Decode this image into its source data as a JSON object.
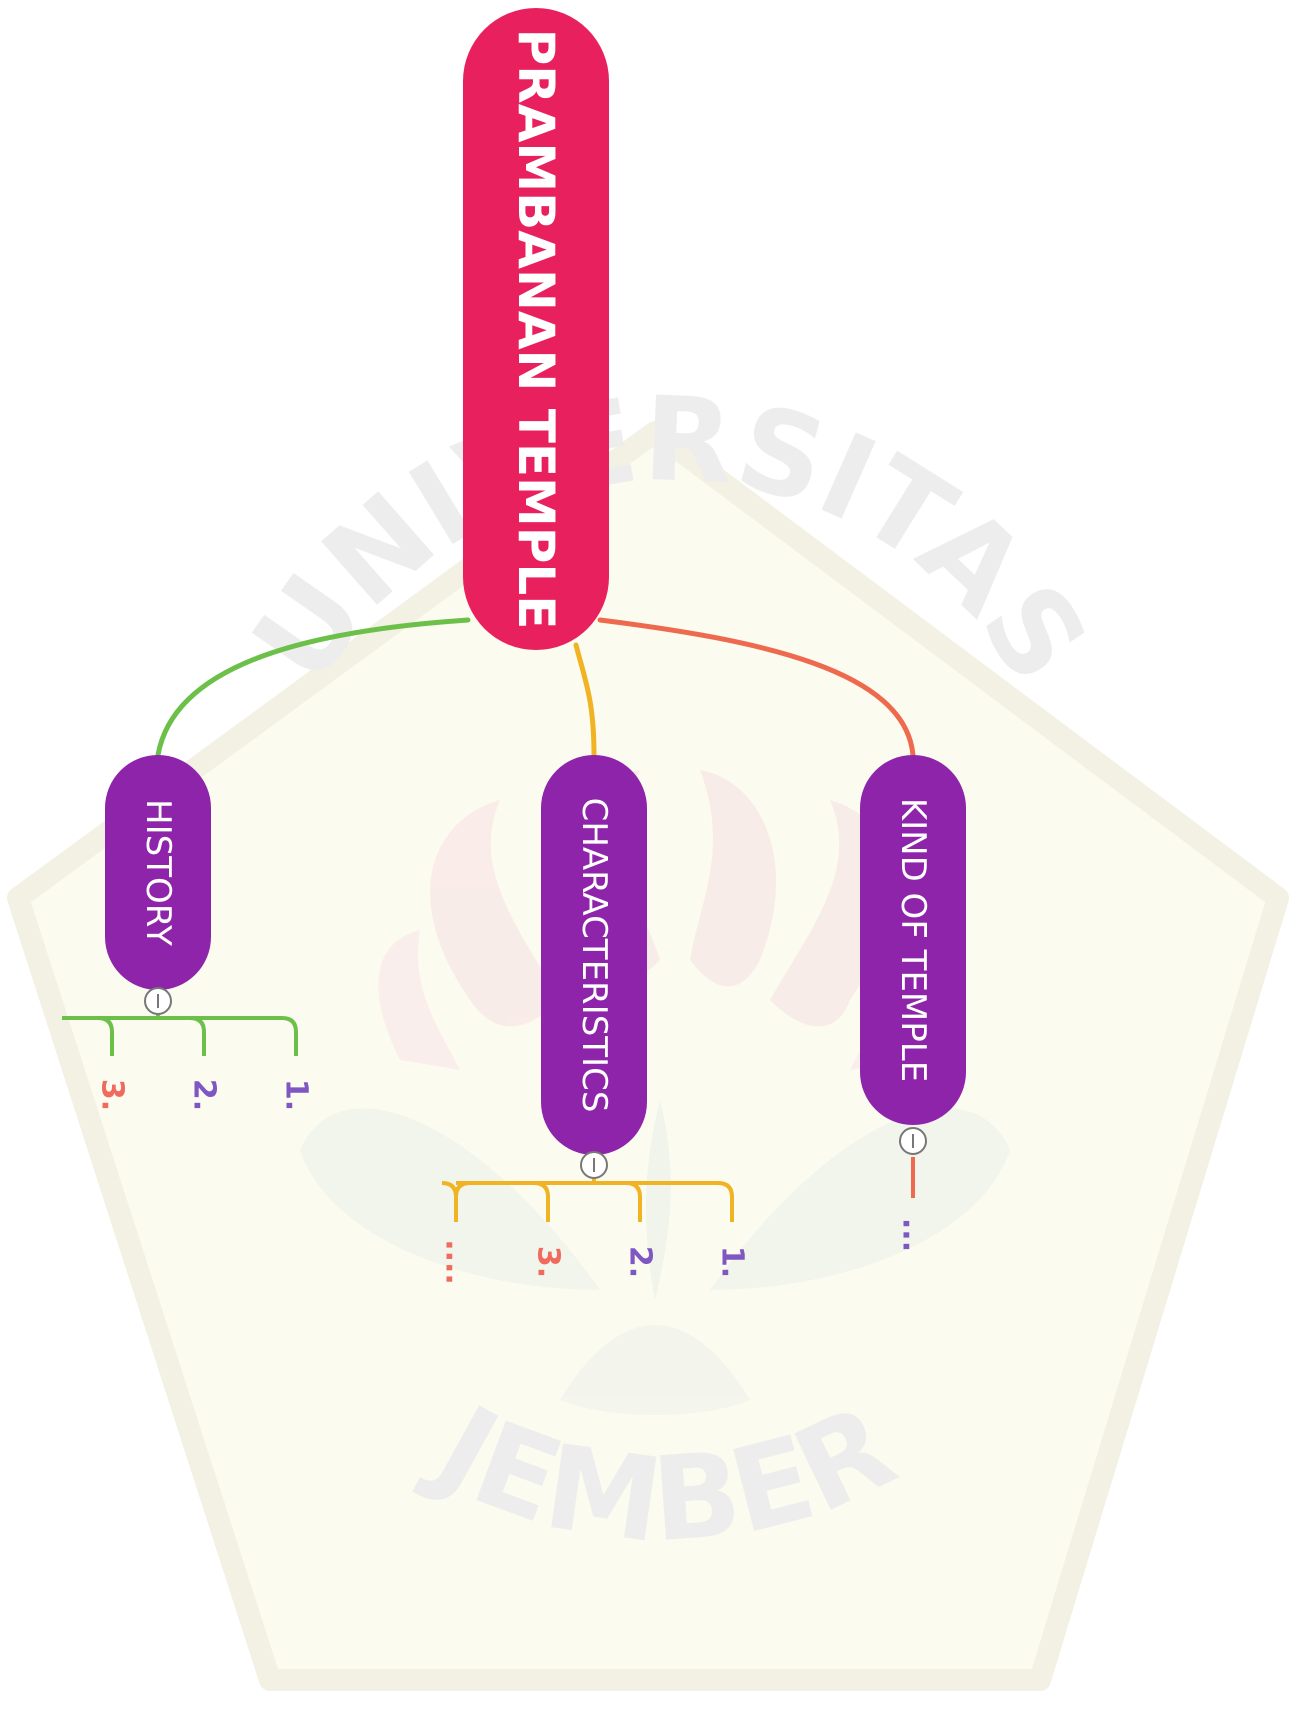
{
  "colors": {
    "root": "#e8205e",
    "branch": "#8e24aa",
    "history_line": "#6cc04a",
    "characteristics_line": "#f0b323",
    "kind_line": "#ee6a4f",
    "item_purple": "#7e57c2",
    "item_red": "#ef6b5e",
    "collapse_stroke": "#777777",
    "watermark_fill": "#fbfaea",
    "watermark_text": "#ececec"
  },
  "watermark": {
    "top_text": "UNIVERSITAS",
    "bottom_text": "JEMBER"
  },
  "mindmap": {
    "root": {
      "label": "PRAMBANAN TEMPLE"
    },
    "branches": [
      {
        "id": "history",
        "label": "HISTORY",
        "items": [
          "3.",
          "2.",
          "1."
        ],
        "item_colors": [
          "item_red",
          "item_purple",
          "item_purple"
        ]
      },
      {
        "id": "characteristics",
        "label": "CHARACTERISTICS",
        "items": [
          "....",
          "3.",
          "2.",
          "1."
        ],
        "item_colors": [
          "item_red",
          "item_red",
          "item_purple",
          "item_purple"
        ]
      },
      {
        "id": "kind",
        "label": "KIND OF TEMPLE",
        "items": [
          "..."
        ],
        "item_colors": [
          "item_purple"
        ]
      }
    ]
  }
}
